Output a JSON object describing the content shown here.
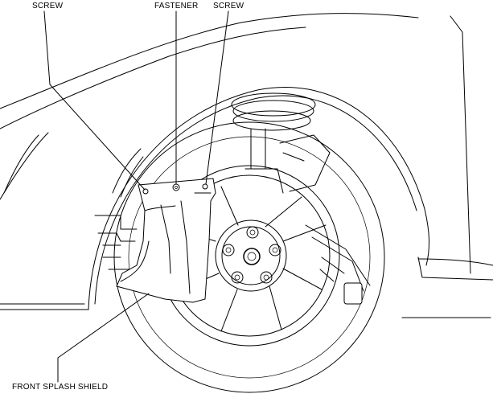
{
  "callouts": {
    "screw_left": "SCREW",
    "fastener": "FASTENER",
    "screw_right": "SCREW",
    "front_splash_shield": "FRONT SPLASH SHIELD"
  }
}
